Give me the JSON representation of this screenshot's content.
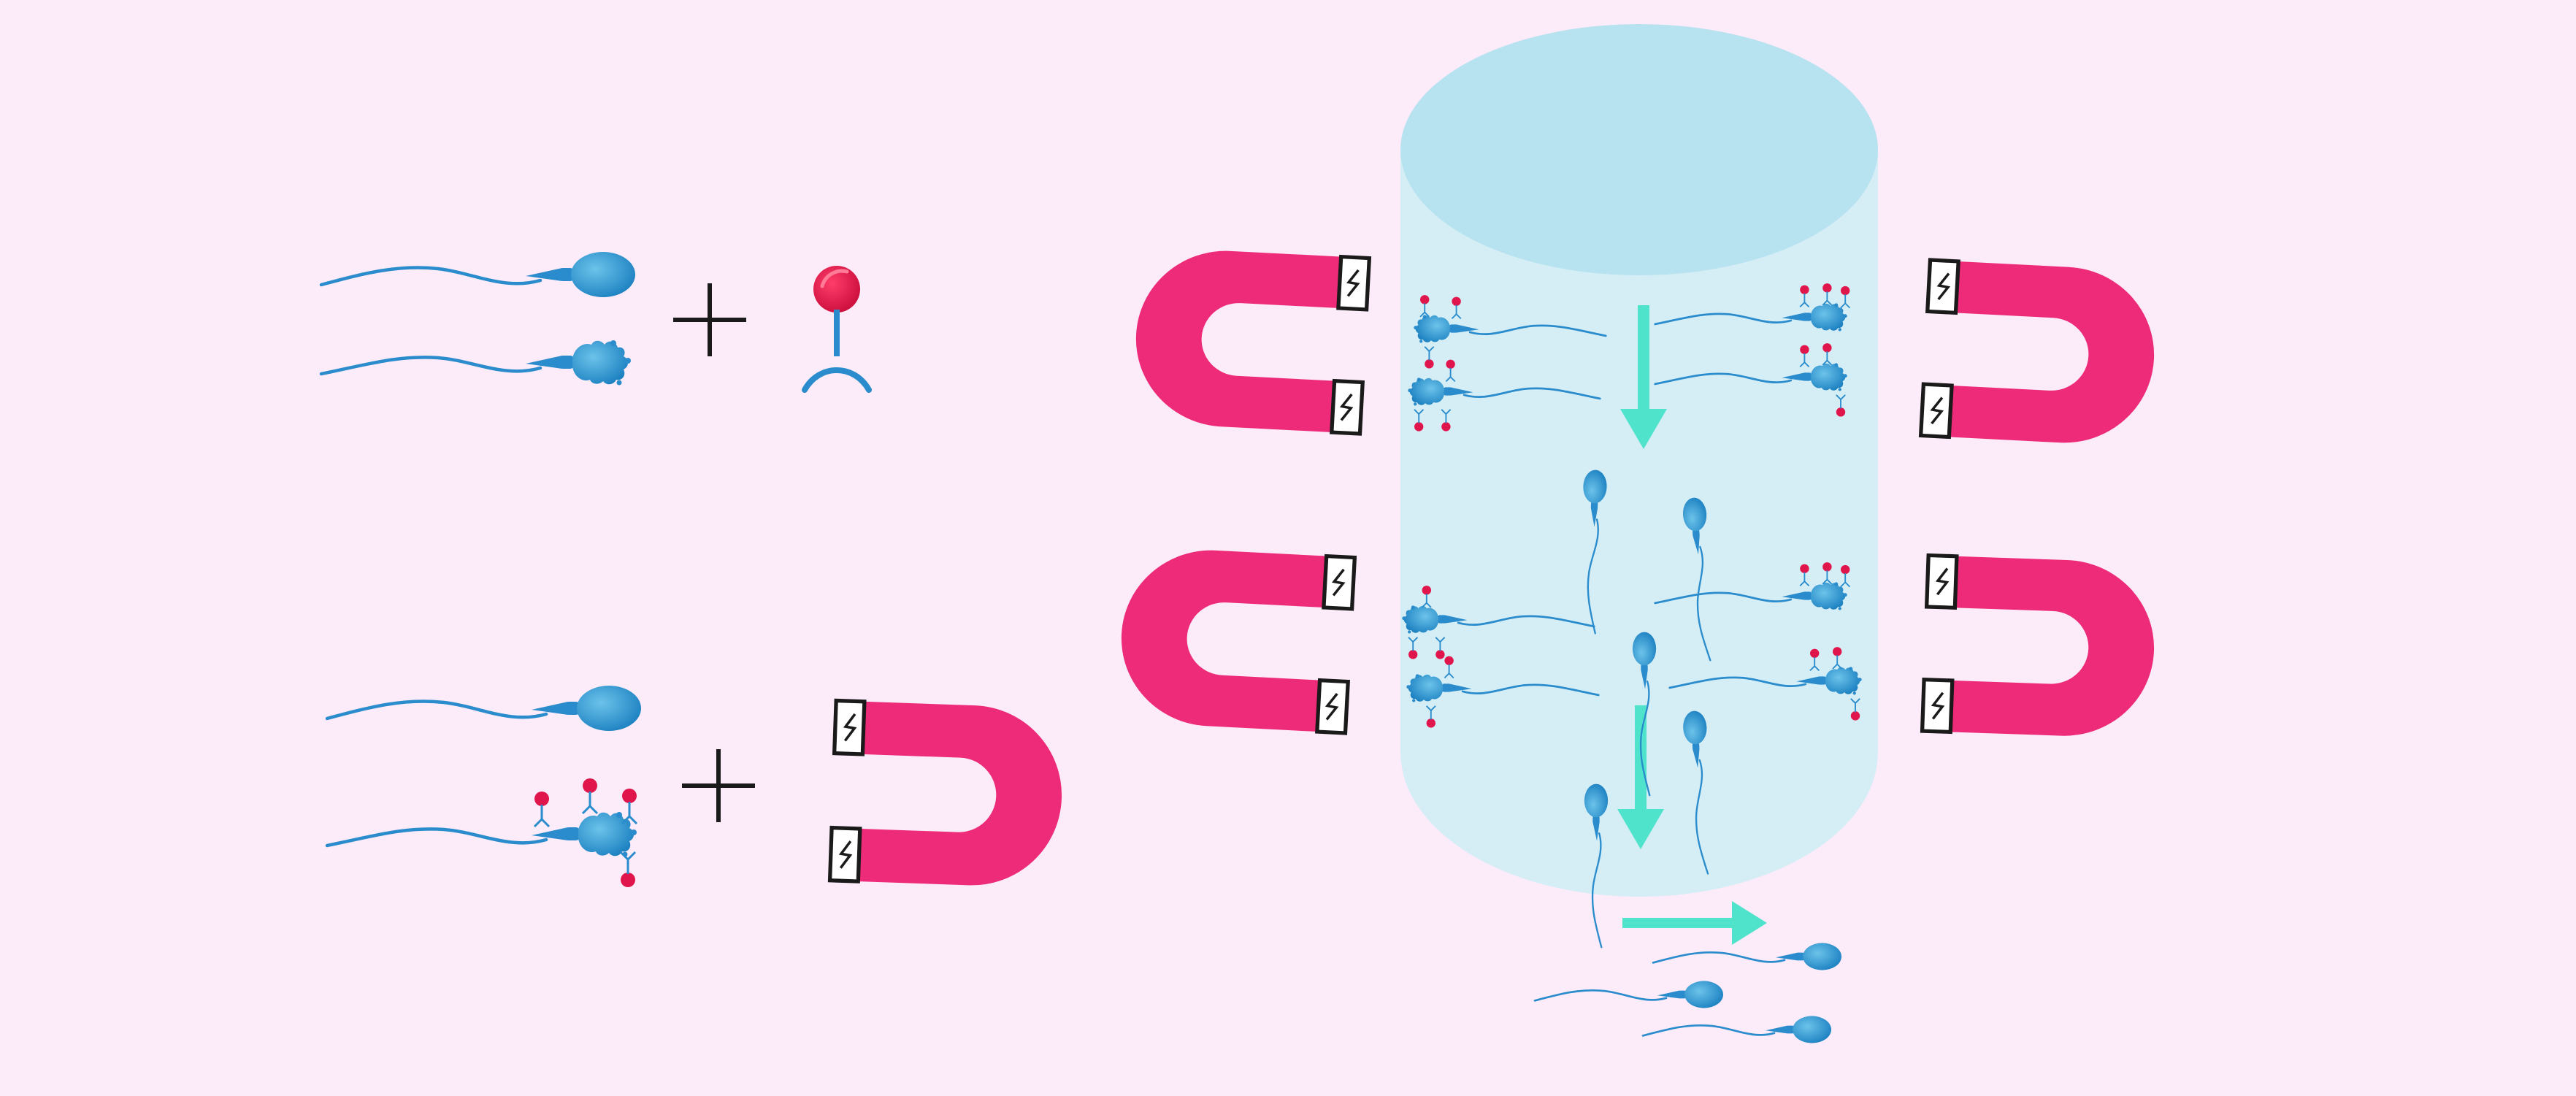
{
  "colors": {
    "background": "#fcebf9",
    "sperm": "#1f86c6",
    "sperm_light": "#58b8e6",
    "magnet": "#ed2b78",
    "antibody_ball": "#e0154c",
    "column_body": "#d5eef6",
    "column_top": "#b7e2ef",
    "arrow": "#50e3cc",
    "plus": "#1a1a1a",
    "pole": "#1a1a1a"
  },
  "icons": {
    "sperm": "sperm-icon",
    "apoptotic_sperm": "apoptotic-sperm-icon",
    "labeled_sperm": "bead-labeled-sperm-icon",
    "bead": "magnetic-bead-antibody-icon",
    "magnet": "horseshoe-magnet-icon",
    "plus": "plus-icon",
    "arrow": "flow-arrow-icon",
    "column": "separation-column-icon",
    "lightning": "lightning-icon"
  },
  "panels": [
    "step-1-sperm-plus-beads",
    "step-2-labeled-sperm-plus-magnet",
    "step-3-magnetic-column-separation"
  ]
}
